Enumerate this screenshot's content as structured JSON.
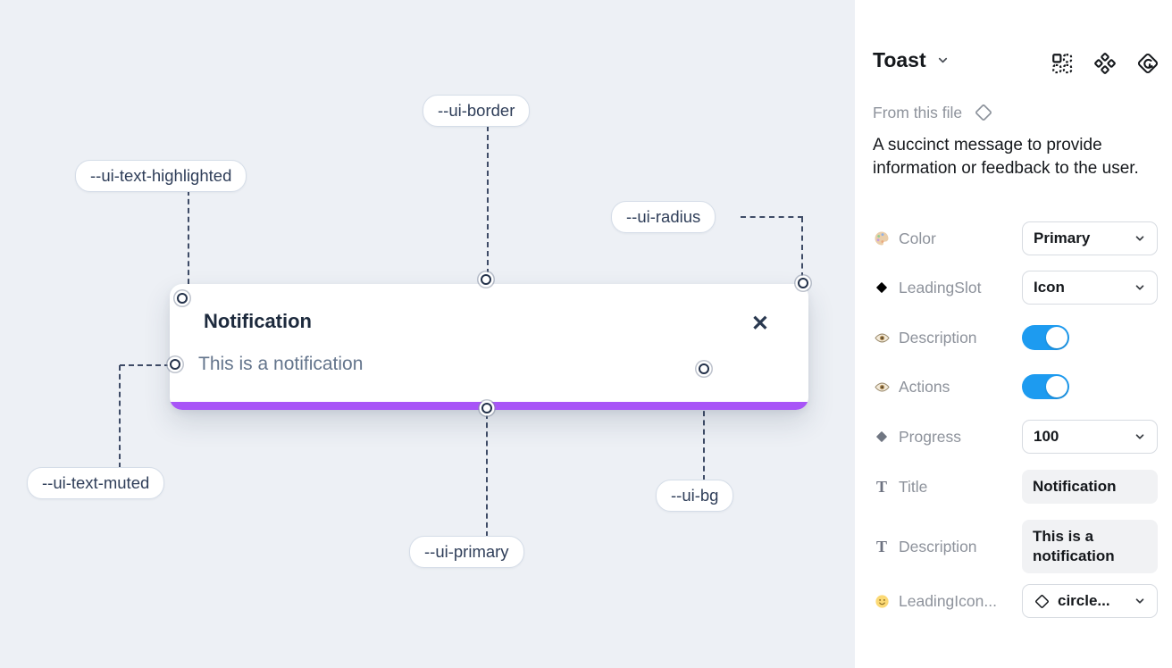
{
  "canvas": {
    "toast": {
      "title": "Notification",
      "description": "This is a notification",
      "close_glyph": "✕"
    },
    "labels": {
      "border": "--ui-border",
      "text_highlighted": "--ui-text-highlighted",
      "radius": "--ui-radius",
      "text_muted": "--ui-text-muted",
      "primary": "--ui-primary",
      "bg": "--ui-bg"
    },
    "colors": {
      "canvas_bg": "#edf0f5",
      "primary_bar": "#a855f7",
      "connector_line": "#3e4b66",
      "label_text": "#2f3e59"
    }
  },
  "panel": {
    "title": "Toast",
    "source": "From this file",
    "description": "A succinct message to provide information or feedback to the user.",
    "icons": {
      "text_glyph": "T"
    },
    "colors": {
      "toggle_on": "#1d9bf0"
    },
    "properties": [
      {
        "label": "Color",
        "icon": "palette-icon",
        "control": "select",
        "value": "Primary"
      },
      {
        "label": "LeadingSlot",
        "icon": "diamond-icon",
        "control": "select",
        "value": "Icon"
      },
      {
        "label": "Description",
        "icon": "eye-icon",
        "control": "toggle",
        "value": "on"
      },
      {
        "label": "Actions",
        "icon": "eye-icon",
        "control": "toggle",
        "value": "on"
      },
      {
        "label": "Progress",
        "icon": "diamond-icon",
        "control": "select",
        "value": "100"
      },
      {
        "label": "Title",
        "icon": "text-icon",
        "control": "textfield",
        "value": "Notification"
      },
      {
        "label": "Description",
        "icon": "text-icon",
        "control": "textfield",
        "value": "This is a notification"
      },
      {
        "label": "LeadingIcon...",
        "icon": "smiley-icon",
        "control": "select",
        "value": "circle..."
      }
    ]
  }
}
